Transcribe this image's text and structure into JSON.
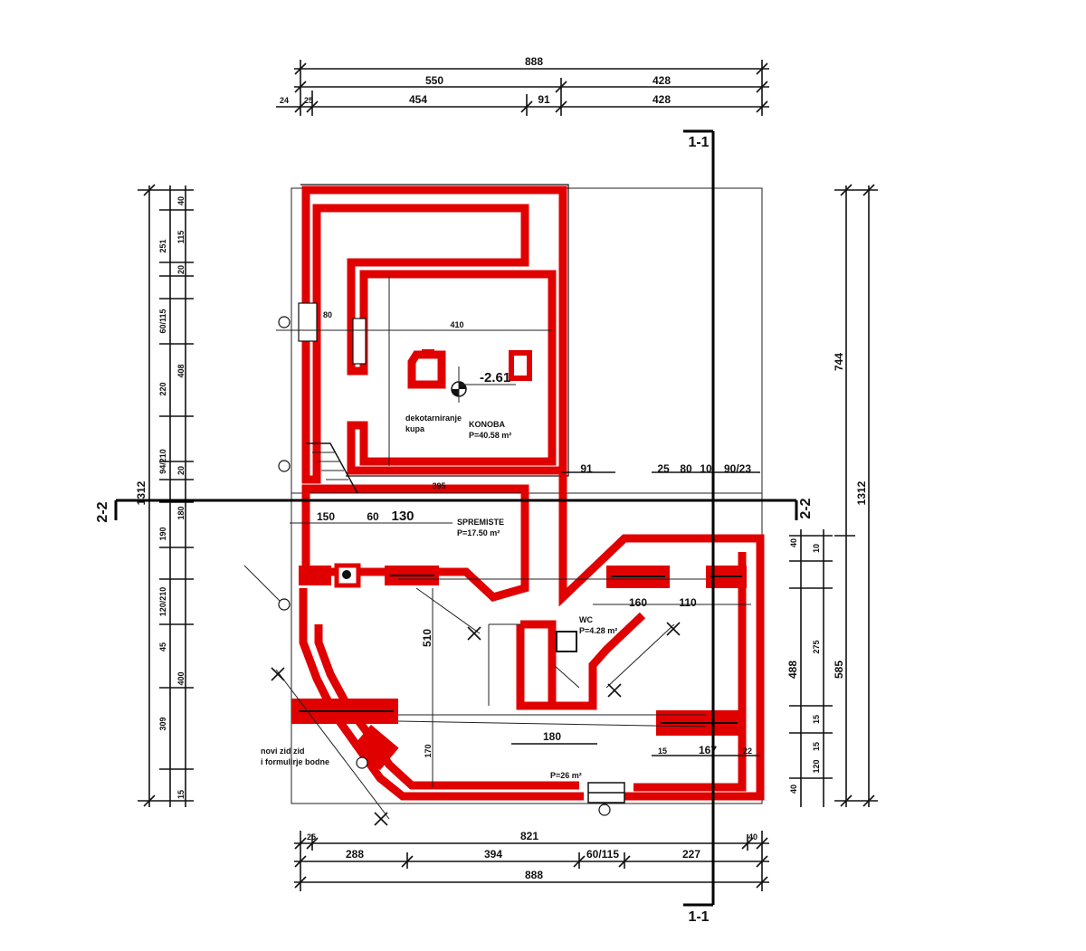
{
  "dims_top": {
    "total": "888",
    "left": "550",
    "right": "428",
    "seg_a": "24",
    "seg_b": "25",
    "seg_c": "454",
    "seg_d": "91",
    "seg_e": "428"
  },
  "dims_bottom": {
    "a": "25",
    "b": "821",
    "c": "40",
    "d": "288",
    "e": "394",
    "f": "60/115",
    "g": "227",
    "total": "888"
  },
  "dims_left": {
    "outer": "1312",
    "a": "40",
    "b": "115",
    "c": "251",
    "d": "20",
    "e": "60/115",
    "f": "408",
    "g": "220",
    "h": "94/210",
    "i": "20",
    "j": "180",
    "k": "190",
    "l": "120/210",
    "m": "45",
    "n": "400",
    "o": "309",
    "p": "15"
  },
  "dims_right": {
    "outer": "1312",
    "inner": "744",
    "a": "10",
    "b": "40",
    "c": "275",
    "d": "488",
    "e": "585",
    "f": "15",
    "g": "120",
    "h": "15",
    "i": "40"
  },
  "interior_dims": {
    "d410": "410",
    "d80": "80",
    "d60": "60",
    "d130": "130",
    "d150": "150",
    "d395": "395",
    "d91": "91",
    "d25": "25",
    "d80b": "80",
    "d10": "10",
    "d9023": "90/23",
    "d160": "160",
    "d110": "110",
    "d180": "180",
    "d510": "510",
    "d170": "170",
    "d15": "15",
    "d167": "167",
    "d22": "22"
  },
  "levels": {
    "cellar": "-2.61"
  },
  "rooms": {
    "cellar_name": "KONOBA",
    "cellar_area": "P=40.58 m²",
    "storage_name": "SPREMISTE",
    "storage_area": "P=17.50 m²",
    "wc_name": "WC",
    "wc_area": "P=4.28 m²",
    "entry_area": "P=26 m²"
  },
  "notes": {
    "stair_note": "dekotarniranje",
    "stair_note2": "kupa",
    "new_wall_note": "novi zid zid",
    "new_wall_note2": "i formulirje bodne"
  },
  "sections": {
    "s1_top": "1-1",
    "s1_bottom": "1-1",
    "s2_left": "2-2",
    "s2_right": "2-2"
  },
  "colors": {
    "wall": "#e00000",
    "line": "#111111",
    "background": "#ffffff"
  }
}
